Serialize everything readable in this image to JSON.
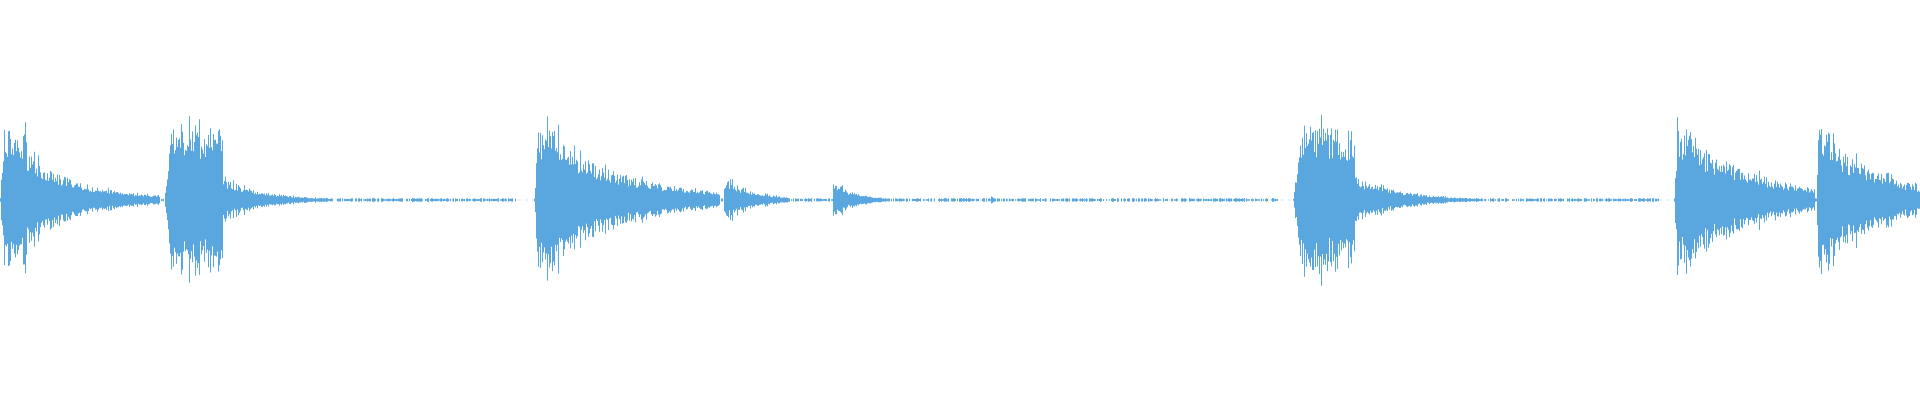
{
  "waveform": {
    "color": "#5AA7E0",
    "background": "#FFFFFF",
    "duration_units": 1920,
    "baseline_level": 0.008,
    "bursts": [
      {
        "start": 0,
        "end": 160,
        "peak": 0.36,
        "attack": 0.02,
        "decay": 0.35,
        "tail_end": 160
      },
      {
        "start": 164,
        "end": 516,
        "peak": 0.39,
        "attack": 0.02,
        "decay": 0.12,
        "tail_end": 516
      },
      {
        "start": 534,
        "end": 720,
        "peak": 0.37,
        "attack": 0.02,
        "decay": 0.45,
        "tail_end": 720
      },
      {
        "start": 723,
        "end": 790,
        "peak": 0.1,
        "attack": 0.01,
        "decay": 0.5,
        "tail_end": 790
      },
      {
        "start": 832,
        "end": 900,
        "peak": 0.09,
        "attack": 0.01,
        "decay": 0.35,
        "tail_end": 900
      },
      {
        "start": 990,
        "end": 1000,
        "peak": 0.02,
        "attack": 0.1,
        "decay": 0.6,
        "tail_end": 1000
      },
      {
        "start": 1293,
        "end": 1660,
        "peak": 0.38,
        "attack": 0.02,
        "decay": 0.13,
        "tail_end": 1660
      },
      {
        "start": 1674,
        "end": 1815,
        "peak": 0.37,
        "attack": 0.02,
        "decay": 0.55,
        "tail_end": 1815
      },
      {
        "start": 1816,
        "end": 1920,
        "peak": 0.37,
        "attack": 0.02,
        "decay": 0.6,
        "tail_end": 1920
      }
    ],
    "silent_gaps": [
      {
        "start": 516,
        "end": 534
      },
      {
        "start": 1280,
        "end": 1293
      },
      {
        "start": 1660,
        "end": 1674
      }
    ]
  }
}
